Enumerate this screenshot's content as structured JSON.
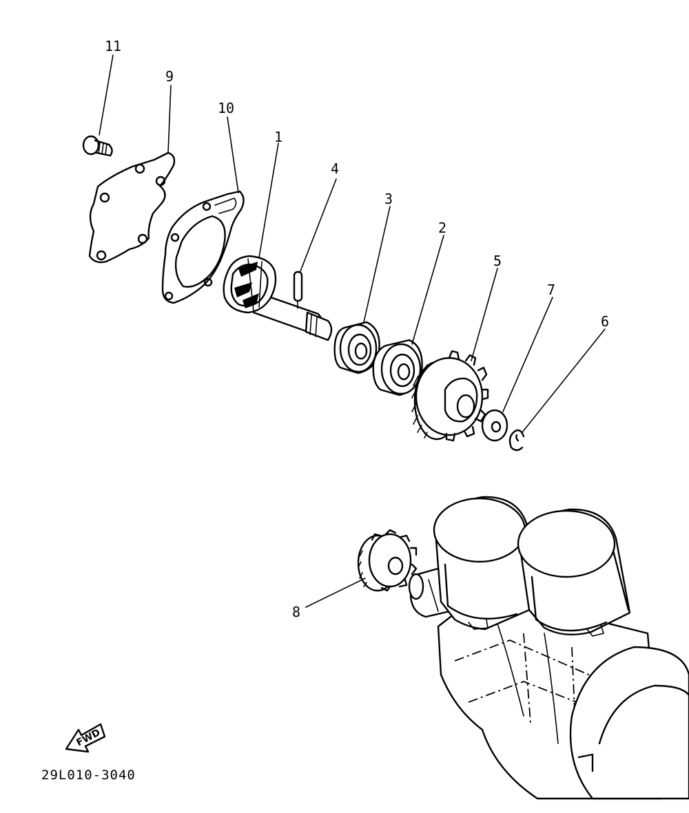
{
  "callouts": [
    {
      "id": "11",
      "label": "11"
    },
    {
      "id": "9",
      "label": "9"
    },
    {
      "id": "10",
      "label": "10"
    },
    {
      "id": "1",
      "label": "1"
    },
    {
      "id": "4",
      "label": "4"
    },
    {
      "id": "3",
      "label": "3"
    },
    {
      "id": "2",
      "label": "2"
    },
    {
      "id": "5",
      "label": "5"
    },
    {
      "id": "7",
      "label": "7"
    },
    {
      "id": "6",
      "label": "6"
    },
    {
      "id": "8",
      "label": "8"
    }
  ],
  "fwd_label": "FWD",
  "diagram_code": "29L010-3040"
}
